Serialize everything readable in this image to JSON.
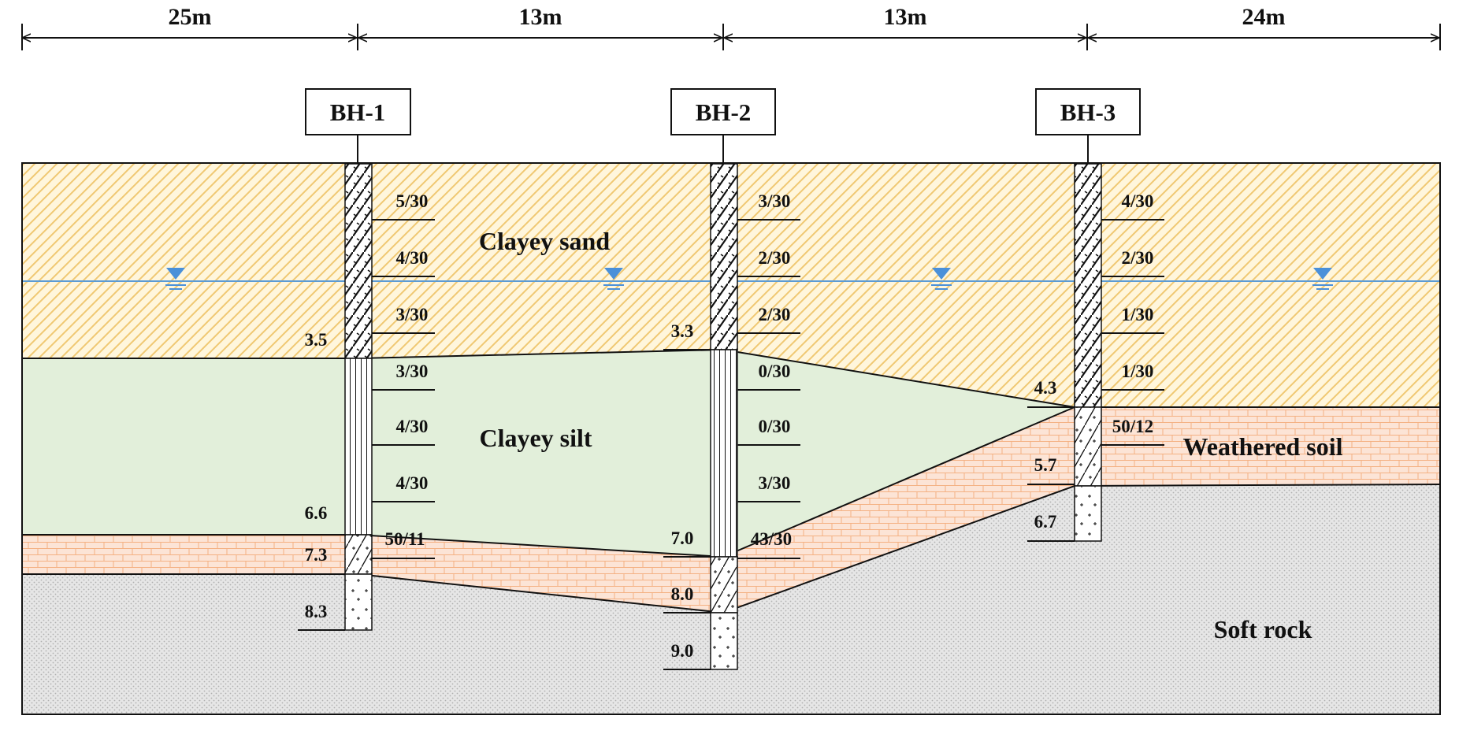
{
  "dimensions": [
    "25m",
    "13m",
    "13m",
    "24m"
  ],
  "boreholes": [
    {
      "name": "BH-1",
      "spt": [
        "5/30",
        "4/30",
        "3/30",
        "3/30",
        "4/30",
        "4/30",
        "50/11"
      ],
      "depths": [
        "3.5",
        "6.6",
        "7.3",
        "8.3"
      ]
    },
    {
      "name": "BH-2",
      "spt": [
        "3/30",
        "2/30",
        "2/30",
        "0/30",
        "0/30",
        "3/30",
        "43/30"
      ],
      "depths": [
        "3.3",
        "7.0",
        "8.0",
        "9.0"
      ]
    },
    {
      "name": "BH-3",
      "spt": [
        "4/30",
        "2/30",
        "1/30",
        "1/30",
        "50/12"
      ],
      "depths": [
        "4.3",
        "5.7",
        "6.7"
      ]
    }
  ],
  "layers": {
    "clayey_sand": "Clayey sand",
    "clayey_silt": "Clayey silt",
    "weathered_soil": "Weathered soil",
    "soft_rock": "Soft rock"
  },
  "colors": {
    "clayey_sand_bg": "#fff6dc",
    "clayey_sand_hatch": "#f0c872",
    "clayey_silt_bg": "#e2efda",
    "weathered_bg": "#fce4d6",
    "weathered_brick": "#f4b183",
    "soft_rock_bg": "#e6e6e6",
    "soft_rock_dot": "#b4b4b4",
    "water_table": "#5b9bd5",
    "water_symbol": "#4a90d9"
  },
  "icons": {
    "water_table": "inverted-triangle-water-icon"
  }
}
